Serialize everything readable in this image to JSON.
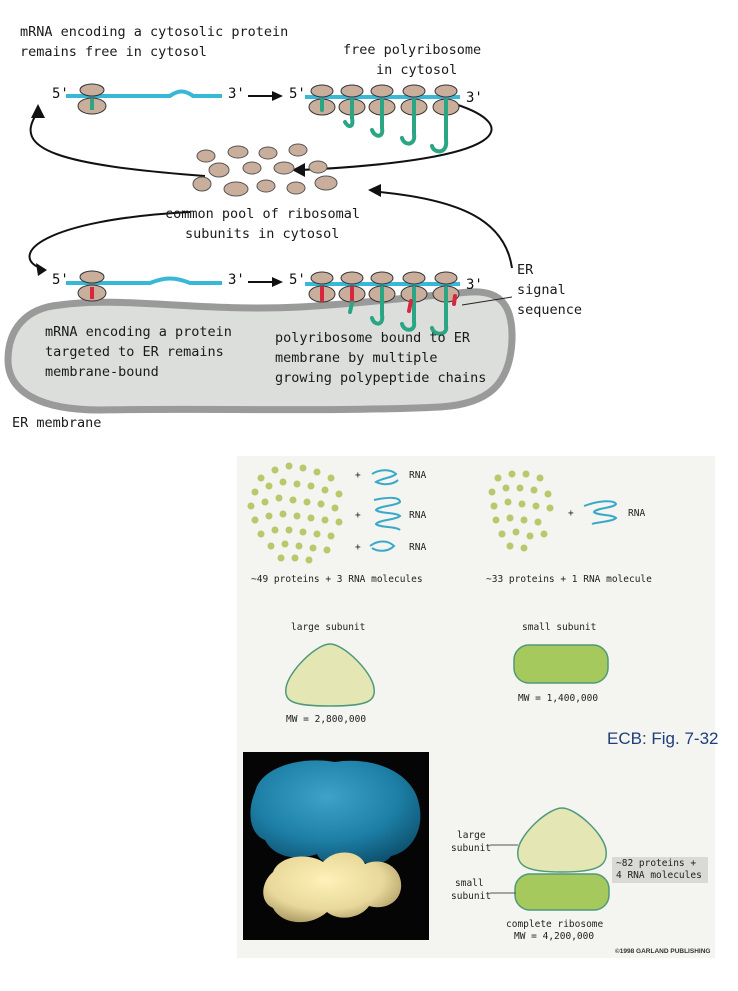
{
  "top_diagram": {
    "cytosolic_label": [
      "mRNA encoding a cytosolic protein",
      "remains free in cytosol"
    ],
    "free_poly_label": [
      "free polyribosome",
      "in cytosol"
    ],
    "pool_label": [
      "common pool of ribosomal",
      "subunits in cytosol"
    ],
    "er_signal_label": [
      "ER",
      "signal",
      "sequence"
    ],
    "er_mrna_label": [
      "mRNA encoding a protein",
      "targeted to ER remains",
      "membrane-bound"
    ],
    "bound_poly_label": [
      "polyribosome bound to ER",
      "membrane by multiple",
      "growing polypeptide chains"
    ],
    "er_membrane_label": "ER membrane",
    "five_prime": "5'",
    "three_prime": "3'",
    "colors": {
      "mrna": "#39b7d6",
      "ribosome": "#c9ae9c",
      "chain": "#2aa684",
      "signal": "#d7263d",
      "er_lumen": "#dcdedb",
      "er_membrane": "#9a9a9a"
    }
  },
  "bottom_diagram": {
    "rna_label": "RNA",
    "plus": "+",
    "large_composition": "~49 proteins + 3 RNA molecules",
    "small_composition": "~33 proteins + 1 RNA molecule",
    "large_subunit_label": "large subunit",
    "small_subunit_label": "small subunit",
    "large_mw": "MW = 2,800,000",
    "small_mw": "MW = 1,400,000",
    "complete_large_label": [
      "large",
      "subunit"
    ],
    "complete_small_label": [
      "small",
      "subunit"
    ],
    "complete_stats": [
      "~82 proteins +",
      "4 RNA molecules"
    ],
    "complete_label": [
      "complete ribosome",
      "MW = 4,200,000"
    ],
    "copyright": "©1998 GARLAND PUBLISHING",
    "colors": {
      "large": "#e4e6b4",
      "small": "#a6c95e",
      "protein_dot": "#b7c96b",
      "rna": "#3aa9c9",
      "em_blue": "#1d7fa6",
      "em_yellow": "#e8d89a"
    }
  },
  "caption": "ECB: Fig. 7-32"
}
